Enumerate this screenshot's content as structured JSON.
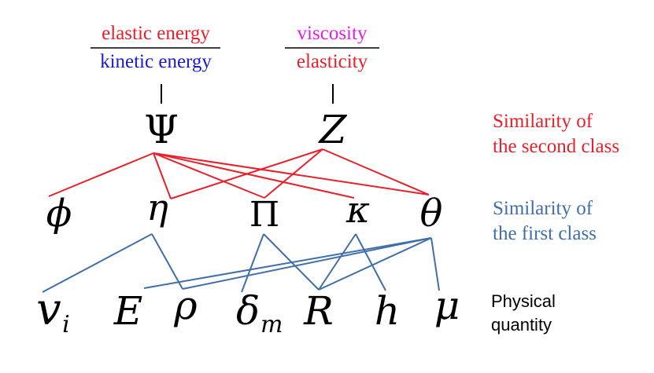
{
  "colors": {
    "red": "#e8202a",
    "blue": "#2e5aa8",
    "steel": "#3f6fa8",
    "magenta": "#e51ee5",
    "black": "#000000"
  },
  "fraction_left": {
    "numerator": "elastic energy",
    "denominator": "kinetic energy",
    "numerator_color": "#e8202a",
    "denominator_color": "#1a1ad0"
  },
  "fraction_right": {
    "numerator": "viscosity",
    "denominator": "elasticity",
    "numerator_color": "#e51ee5",
    "denominator_color": "#e8202a"
  },
  "level2": {
    "nodes": [
      {
        "id": "Psi",
        "symbol": "Ψ",
        "italic": false
      },
      {
        "id": "Z",
        "symbol": "Z",
        "italic": true
      }
    ]
  },
  "level1": {
    "nodes": [
      {
        "id": "phi",
        "symbol": "ϕ",
        "italic": true
      },
      {
        "id": "eta",
        "symbol": "η",
        "italic": true
      },
      {
        "id": "Pi",
        "symbol": "Π",
        "italic": false
      },
      {
        "id": "kappa",
        "symbol": "κ",
        "italic": true
      },
      {
        "id": "theta",
        "symbol": "θ",
        "italic": true
      }
    ]
  },
  "level0": {
    "nodes": [
      {
        "id": "vi",
        "symbol": "v",
        "sub": "i"
      },
      {
        "id": "E",
        "symbol": "E",
        "sub": ""
      },
      {
        "id": "rho",
        "symbol": "ρ",
        "sub": ""
      },
      {
        "id": "delta",
        "symbol": "δ",
        "sub": "m"
      },
      {
        "id": "R",
        "symbol": "R",
        "sub": ""
      },
      {
        "id": "h",
        "symbol": "h",
        "sub": ""
      },
      {
        "id": "mu",
        "symbol": "μ",
        "sub": ""
      }
    ]
  },
  "edges_second_class": [
    [
      "Psi",
      "phi"
    ],
    [
      "Psi",
      "eta"
    ],
    [
      "Psi",
      "Pi"
    ],
    [
      "Psi",
      "kappa"
    ],
    [
      "Psi",
      "theta"
    ],
    [
      "Z",
      "eta"
    ],
    [
      "Z",
      "Pi"
    ],
    [
      "Z",
      "theta"
    ]
  ],
  "edges_first_class": [
    [
      "eta",
      "vi"
    ],
    [
      "eta",
      "rho"
    ],
    [
      "Pi",
      "delta"
    ],
    [
      "Pi",
      "R"
    ],
    [
      "kappa",
      "R"
    ],
    [
      "kappa",
      "h"
    ],
    [
      "theta",
      "E"
    ],
    [
      "theta",
      "rho"
    ],
    [
      "theta",
      "R"
    ],
    [
      "theta",
      "mu"
    ]
  ],
  "labels": {
    "second_class_line1": "Similarity of",
    "second_class_line2": "the second class",
    "first_class_line1": "Similarity of",
    "first_class_line2": "the first class",
    "physical_line1": "Physical",
    "physical_line2": "quantity"
  }
}
